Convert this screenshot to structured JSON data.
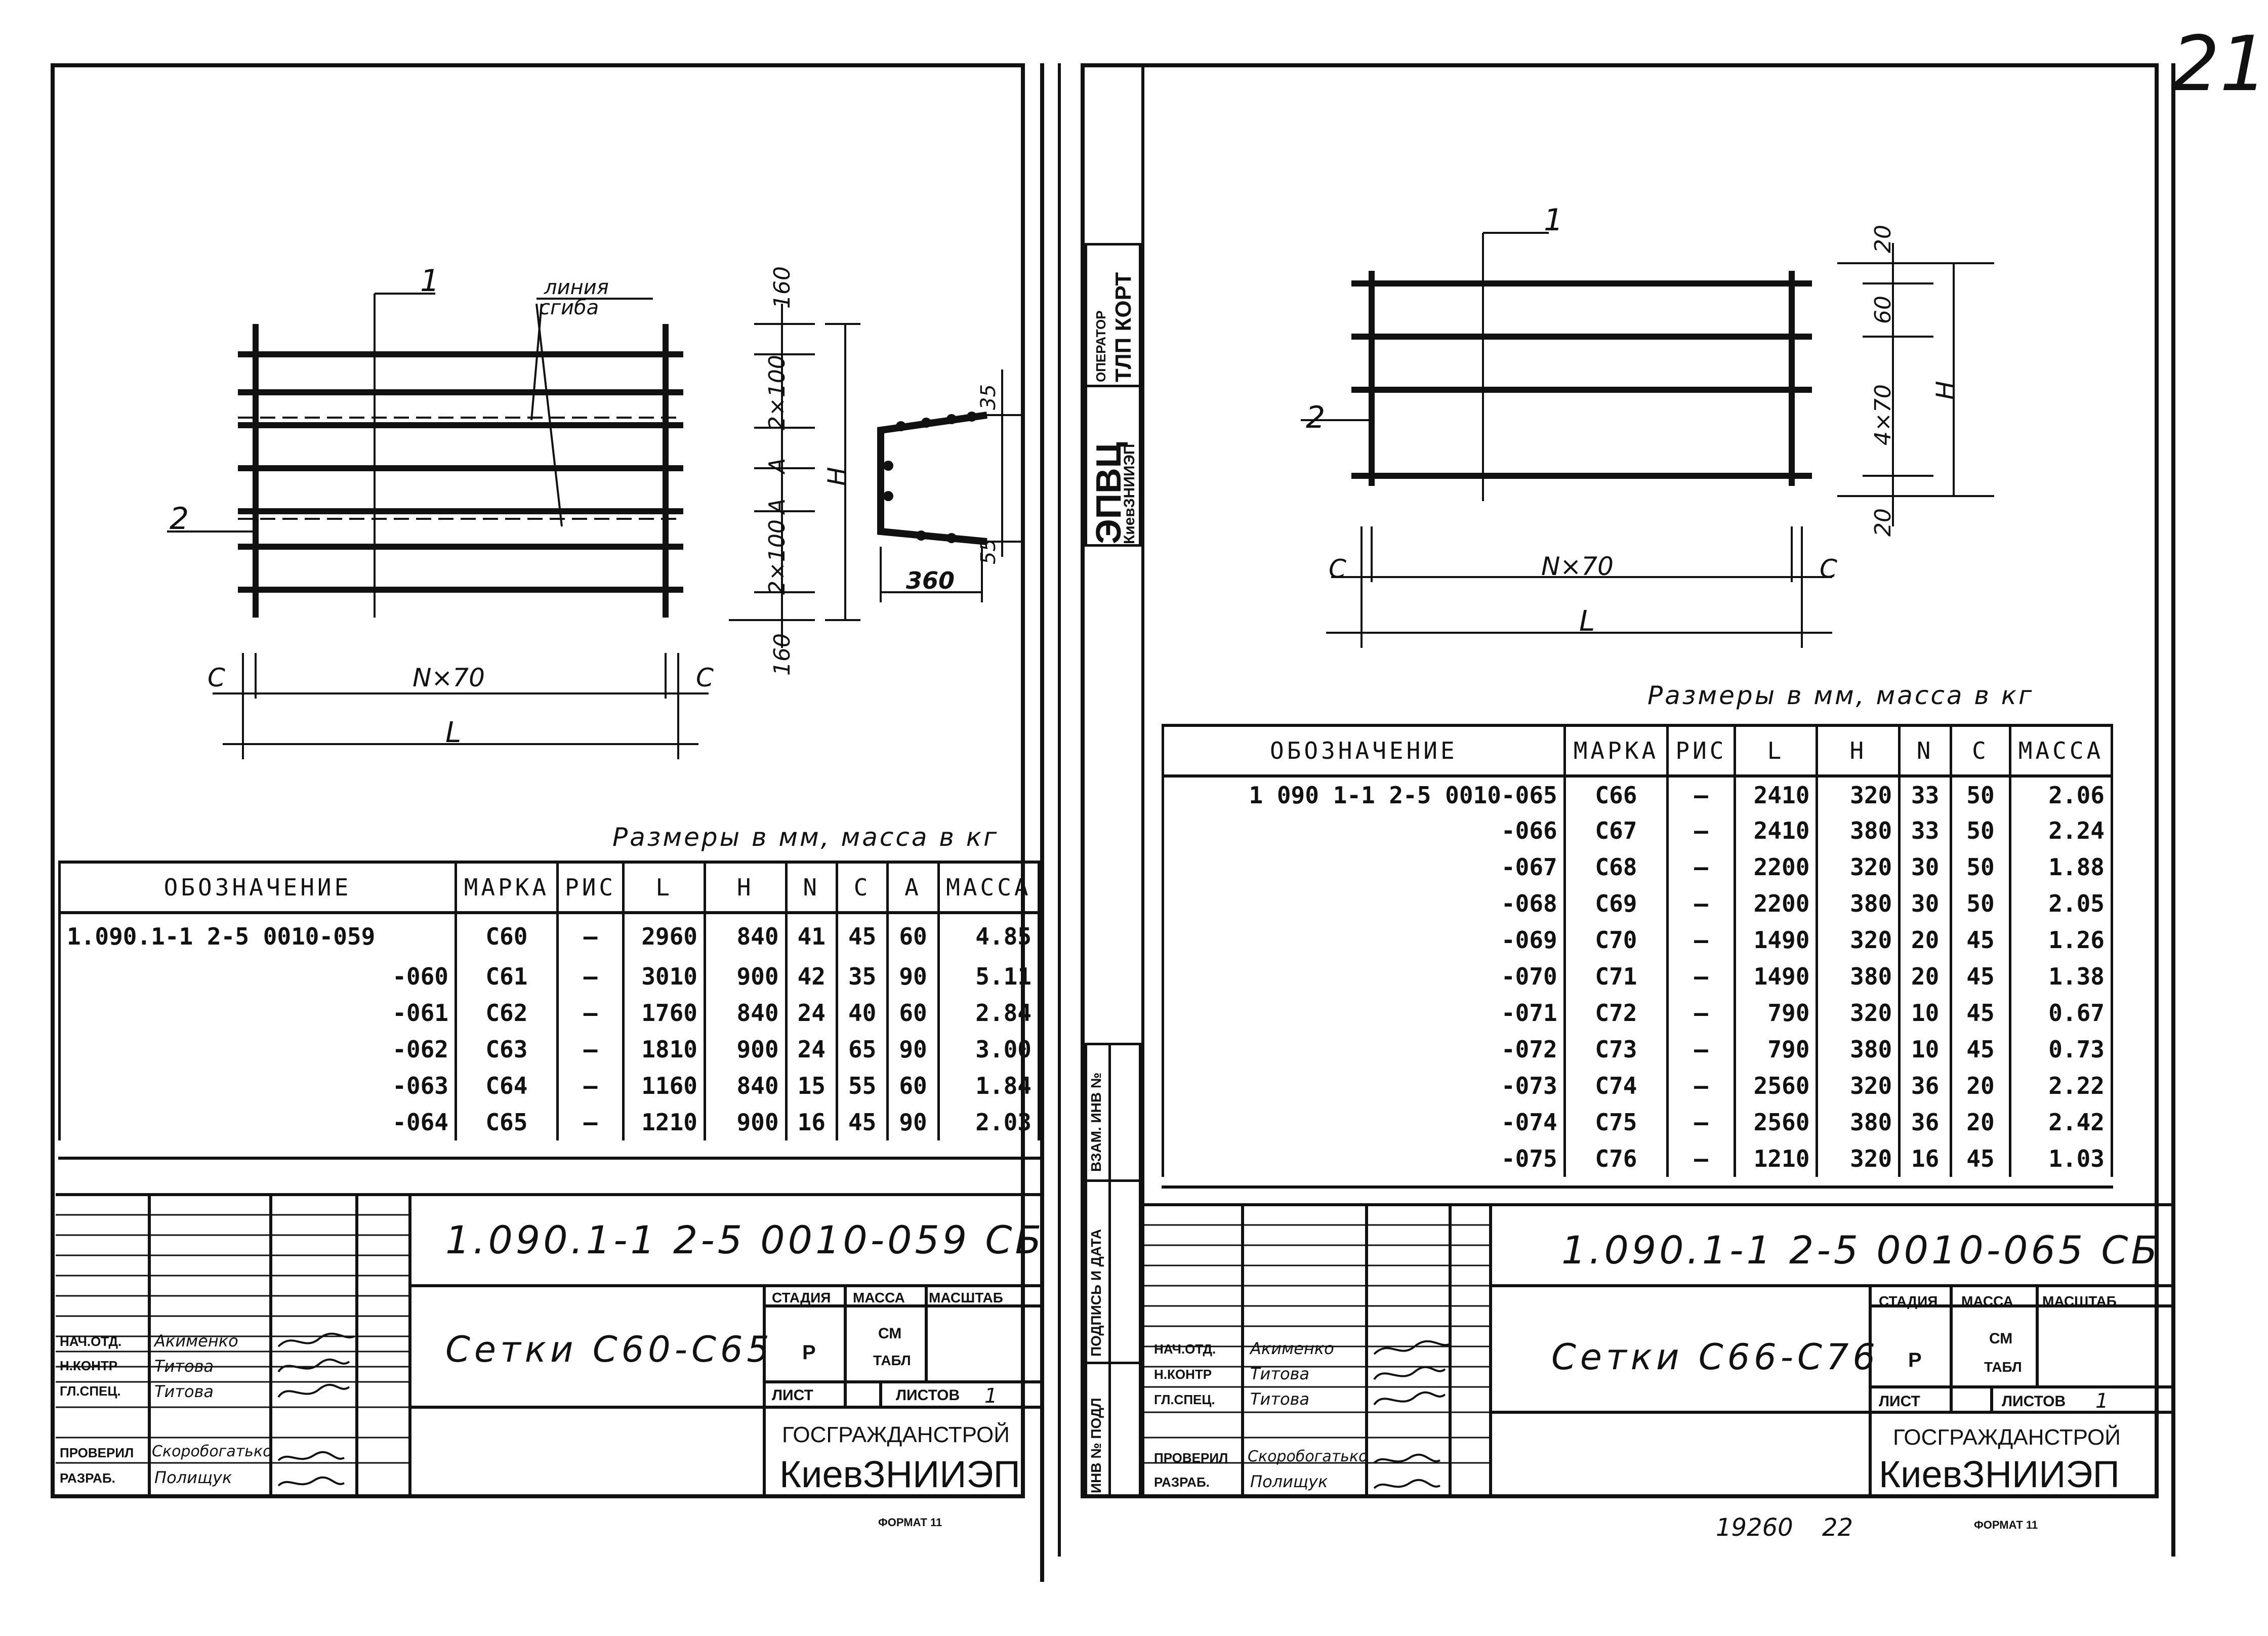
{
  "page_number": "21",
  "left": {
    "units_note": "Размеры в мм, масса в кг",
    "drawing": {
      "callout_1": "1",
      "callout_2": "2",
      "bend_line_label_1": "линия",
      "bend_line_label_2": "сгиба",
      "dim_c_left": "C",
      "dim_c_right": "C",
      "dim_n70": "N×70",
      "dim_L": "L",
      "dim_160_top": "160",
      "dim_2x100_top": "2×100",
      "dim_A_top": "A",
      "dim_A_bottom": "A",
      "dim_2x100_bottom": "2×100",
      "dim_160_bottom": "160",
      "dim_H": "H",
      "dim_35": "35",
      "dim_55": "55",
      "dim_360": "360"
    },
    "table": {
      "headers": [
        "ОБОЗНАЧЕНИЕ",
        "МАРКА",
        "РИС",
        "L",
        "H",
        "N",
        "C",
        "A",
        "МАССА"
      ],
      "rows": [
        [
          "1.090.1-1 2-5 0010-059",
          "С60",
          "—",
          "2960",
          "840",
          "41",
          "45",
          "60",
          "4.85"
        ],
        [
          "-060",
          "С61",
          "—",
          "3010",
          "900",
          "42",
          "35",
          "90",
          "5.11"
        ],
        [
          "-061",
          "С62",
          "—",
          "1760",
          "840",
          "24",
          "40",
          "60",
          "2.84"
        ],
        [
          "-062",
          "С63",
          "—",
          "1810",
          "900",
          "24",
          "65",
          "90",
          "3.00"
        ],
        [
          "-063",
          "С64",
          "—",
          "1160",
          "840",
          "15",
          "55",
          "60",
          "1.84"
        ],
        [
          "-064",
          "С65",
          "—",
          "1210",
          "900",
          "16",
          "45",
          "90",
          "2.03"
        ]
      ]
    },
    "title_block": {
      "doc_code": "1.090.1-1 2-5 0010-059 СБ",
      "title": "Сетки С60-С65",
      "stage_label": "СТАДИЯ",
      "mass_label": "МАССА",
      "scale_label": "МАСШТАБ",
      "stage_value": "Р",
      "mass_value_1": "СМ",
      "mass_value_2": "ТАБЛ",
      "sheet_label": "ЛИСТ",
      "sheets_label": "ЛИСТОВ",
      "sheets_value": "1",
      "org_1": "ГОСГРАЖДАНСТРОЙ",
      "org_2": "КиевЗНИИЭП",
      "roles": [
        "НАЧ.ОТД.",
        "Н.КОНТР",
        "ГЛ.СПЕЦ.",
        "ПРОВЕРИЛ",
        "РАЗРАБ."
      ],
      "names": [
        "Акименко",
        "Титова",
        "Титова",
        "Скоробогатько",
        "Полищук"
      ],
      "format": "ФОРМАТ 11"
    }
  },
  "right": {
    "units_note": "Размеры в мм, масса в кг",
    "drawing": {
      "callout_1": "1",
      "callout_2": "2",
      "dim_c_left": "C",
      "dim_c_right": "C",
      "dim_n70": "N×70",
      "dim_L": "L",
      "dim_20_top": "20",
      "dim_60": "60",
      "dim_4x70": "4×70",
      "dim_20_bottom": "20",
      "dim_H": "H"
    },
    "table": {
      "headers": [
        "ОБОЗНАЧЕНИЕ",
        "МАРКА",
        "РИС",
        "L",
        "H",
        "N",
        "C",
        "МАССА"
      ],
      "rows": [
        [
          "1 090 1-1 2-5 0010-065",
          "С66",
          "—",
          "2410",
          "320",
          "33",
          "50",
          "2.06"
        ],
        [
          "-066",
          "С67",
          "—",
          "2410",
          "380",
          "33",
          "50",
          "2.24"
        ],
        [
          "-067",
          "С68",
          "—",
          "2200",
          "320",
          "30",
          "50",
          "1.88"
        ],
        [
          "-068",
          "С69",
          "—",
          "2200",
          "380",
          "30",
          "50",
          "2.05"
        ],
        [
          "-069",
          "С70",
          "—",
          "1490",
          "320",
          "20",
          "45",
          "1.26"
        ],
        [
          "-070",
          "С71",
          "—",
          "1490",
          "380",
          "20",
          "45",
          "1.38"
        ],
        [
          "-071",
          "С72",
          "—",
          "790",
          "320",
          "10",
          "45",
          "0.67"
        ],
        [
          "-072",
          "С73",
          "—",
          "790",
          "380",
          "10",
          "45",
          "0.73"
        ],
        [
          "-073",
          "С74",
          "—",
          "2560",
          "320",
          "36",
          "20",
          "2.22"
        ],
        [
          "-074",
          "С75",
          "—",
          "2560",
          "380",
          "36",
          "20",
          "2.42"
        ],
        [
          "-075",
          "С76",
          "—",
          "1210",
          "320",
          "16",
          "45",
          "1.03"
        ]
      ]
    },
    "title_block": {
      "doc_code": "1.090.1-1 2-5 0010-065 СБ",
      "title": "Сетки С66-С76",
      "stage_label": "СТАДИЯ",
      "mass_label": "МАССА",
      "scale_label": "МАСШТАБ",
      "stage_value": "Р",
      "mass_value_1": "СМ",
      "mass_value_2": "ТАБЛ",
      "sheet_label": "ЛИСТ",
      "sheets_label": "ЛИСТОВ",
      "sheets_value": "1",
      "org_1": "ГОСГРАЖДАНСТРОЙ",
      "org_2": "КиевЗНИИЭП",
      "roles": [
        "НАЧ.ОТД.",
        "Н.КОНТР",
        "ГЛ.СПЕЦ.",
        "ПРОВЕРИЛ",
        "РАЗРАБ."
      ],
      "names": [
        "Акименко",
        "Титова",
        "Титова",
        "Скоробогатько",
        "Полищук"
      ],
      "format": "ФОРМАТ 11"
    },
    "stamp": {
      "operator_label": "ОПЕРАТОР",
      "operator_value": "ТЛП КОРТ",
      "stamp_1": "ЭПВЦ",
      "stamp_2": "КиевЗНИИЭП"
    },
    "side_labels": [
      "ВЗАМ. ИНВ №",
      "ПОДПИСЬ И ДАТА",
      "ИНВ № ПОДЛ"
    ],
    "footer_number_1": "19260",
    "footer_number_2": "22"
  }
}
